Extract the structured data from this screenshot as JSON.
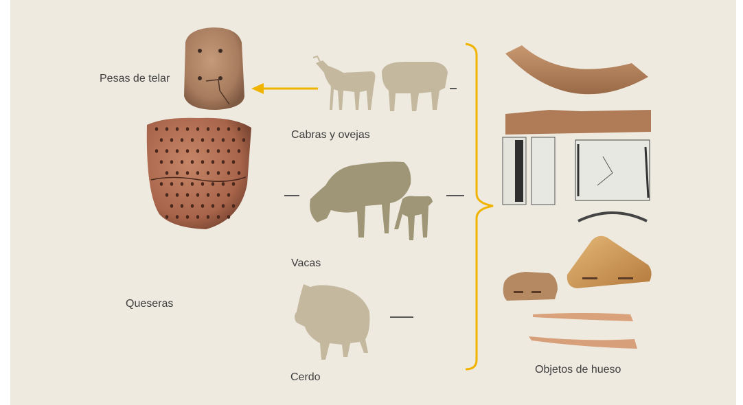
{
  "labels": {
    "loom_weights": "Pesas de telar",
    "goats_sheep": "Cabras y ovejas",
    "cows": "Vacas",
    "cheese_strainers": "Queseras",
    "pig": "Cerdo",
    "bone_objects": "Objetos de hueso"
  },
  "colors": {
    "background": "#eeeae0",
    "accent_yellow": "#f0b400",
    "silhouette_light": "#c4b89e",
    "silhouette_dark": "#9e9676",
    "text": "#3e3e3e"
  }
}
